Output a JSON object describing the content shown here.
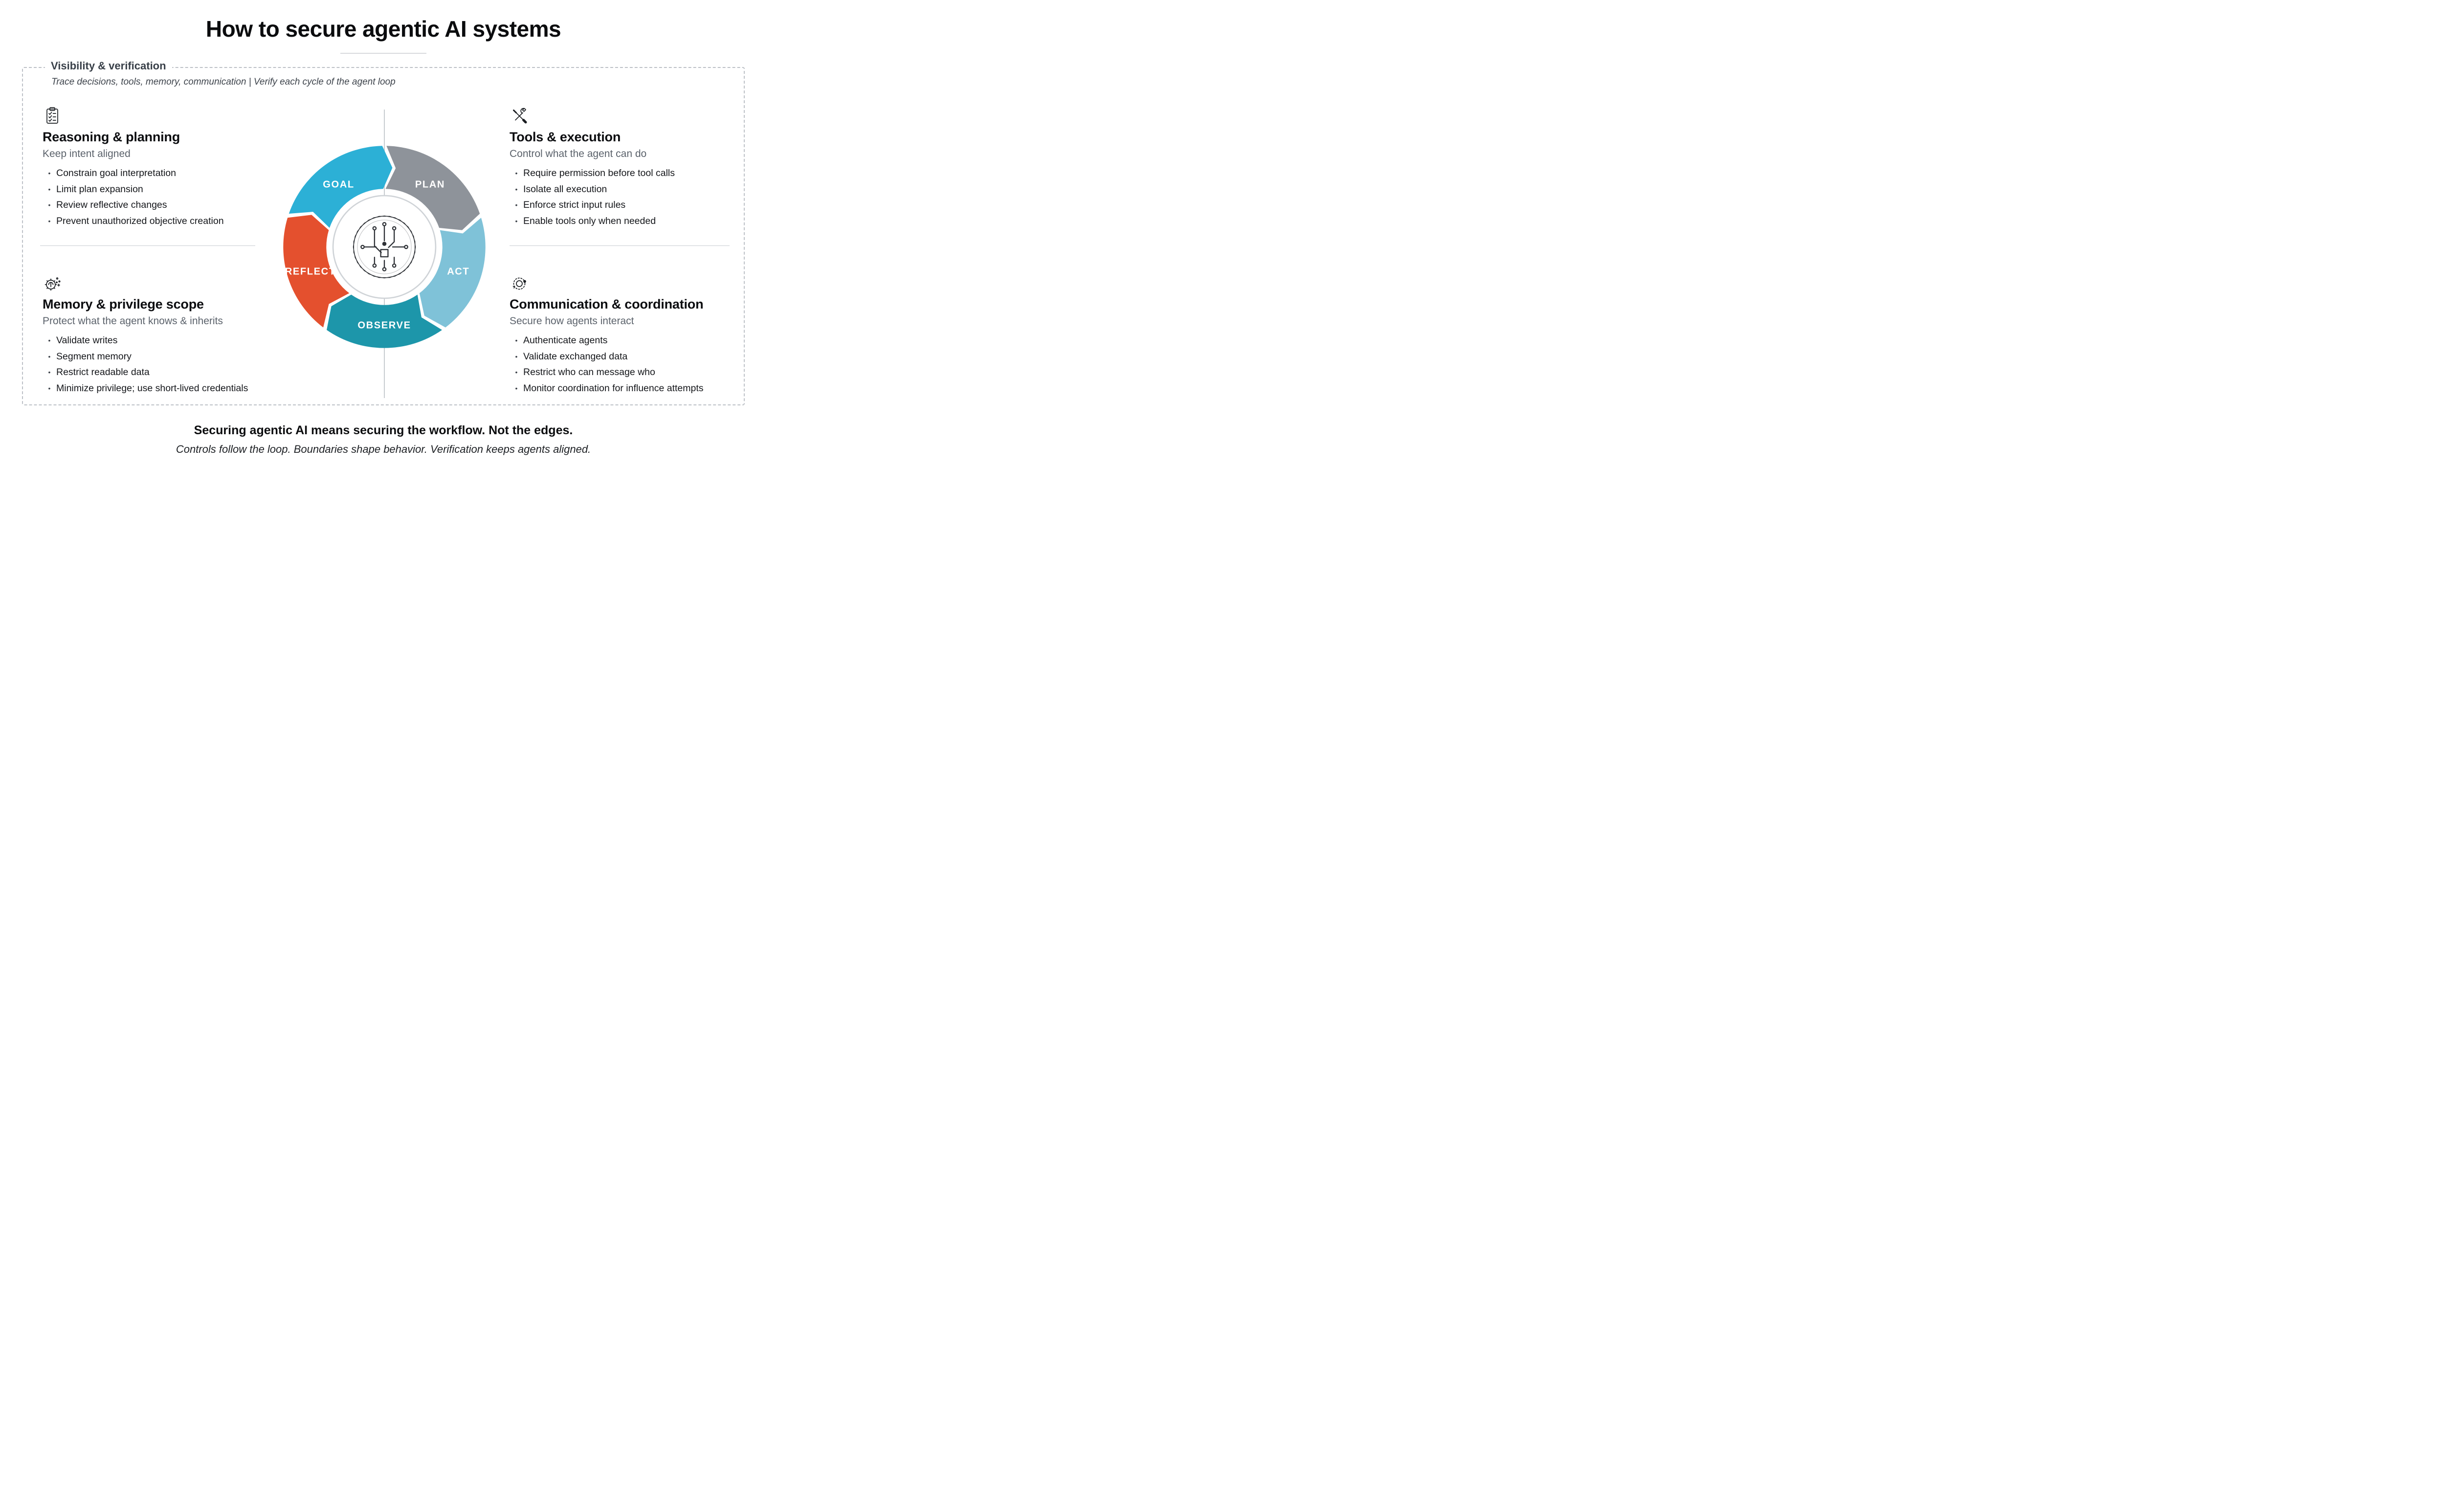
{
  "title": "How to secure agentic AI systems",
  "frame": {
    "label": "Visibility & verification",
    "subtitle": "Trace decisions, tools, memory, communication | Verify each cycle of the agent loop"
  },
  "quadrants": {
    "reasoning": {
      "heading": "Reasoning & planning",
      "subtitle": "Keep intent aligned",
      "bullets": [
        "Constrain goal interpretation",
        "Limit plan expansion",
        "Review reflective changes",
        "Prevent unauthorized objective creation"
      ]
    },
    "tools": {
      "heading": "Tools & execution",
      "subtitle": "Control what the agent can do",
      "bullets": [
        "Require permission before tool calls",
        "Isolate all execution",
        "Enforce strict input rules",
        "Enable tools only when needed"
      ]
    },
    "memory": {
      "heading": "Memory & privilege scope",
      "subtitle": "Protect what the agent knows & inherits",
      "bullets": [
        "Validate writes",
        "Segment memory",
        "Restrict readable data",
        "Minimize privilege; use short-lived credentials"
      ]
    },
    "communication": {
      "heading": "Communication & coordination",
      "subtitle": "Secure how agents interact",
      "bullets": [
        "Authenticate agents",
        "Validate exchanged data",
        "Restrict who can message who",
        "Monitor coordination for influence attempts"
      ]
    }
  },
  "wheel": {
    "segments": [
      {
        "label": "GOAL",
        "color": "#2cb0d6",
        "center_angle": 234
      },
      {
        "label": "PLAN",
        "color": "#8e939a",
        "center_angle": 306
      },
      {
        "label": "ACT",
        "color": "#7fc2d8",
        "center_angle": 18
      },
      {
        "label": "OBSERVE",
        "color": "#1d96aa",
        "center_angle": 90
      },
      {
        "label": "REFLECT",
        "color": "#e4502e",
        "center_angle": 162
      }
    ],
    "label_color": "#ffffff"
  },
  "footer": {
    "headline": "Securing agentic AI means securing the workflow. Not the edges.",
    "subline": "Controls follow the loop. Boundaries shape behavior. Verification keeps agents aligned."
  }
}
